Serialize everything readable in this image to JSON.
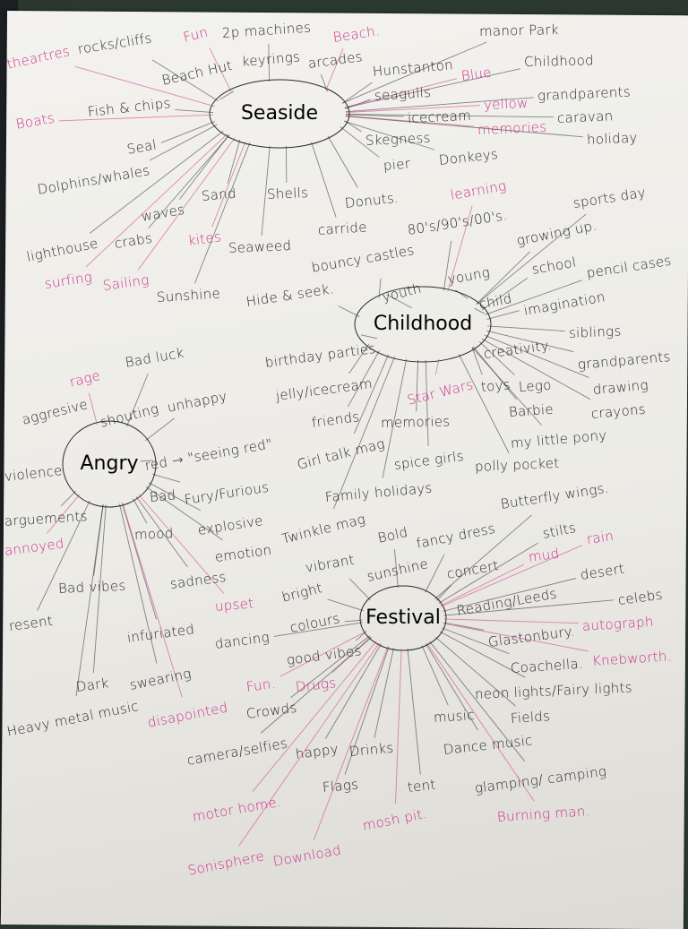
{
  "colors": {
    "ink": "#2a2a2e",
    "pink": "#cf2f8e",
    "paper": "#efeee9"
  },
  "maps": [
    {
      "center": "Seaside",
      "words": [
        {
          "text": "theartres",
          "color": "pink"
        },
        {
          "text": "rocks/cliffs",
          "color": "ink"
        },
        {
          "text": "Fun",
          "color": "pink"
        },
        {
          "text": "Beach Hut",
          "color": "ink"
        },
        {
          "text": "2p machines",
          "color": "ink"
        },
        {
          "text": "keyrings",
          "color": "ink"
        },
        {
          "text": "arcades",
          "color": "ink"
        },
        {
          "text": "Beach.",
          "color": "pink"
        },
        {
          "text": "Hunstanton",
          "color": "ink"
        },
        {
          "text": "manor Park",
          "color": "ink"
        },
        {
          "text": "seagulls",
          "color": "ink"
        },
        {
          "text": "Blue",
          "color": "pink"
        },
        {
          "text": "Childhood",
          "color": "ink"
        },
        {
          "text": "icecream",
          "color": "ink"
        },
        {
          "text": "grandparents",
          "color": "ink"
        },
        {
          "text": "memories",
          "color": "pink"
        },
        {
          "text": "yellow",
          "color": "pink"
        },
        {
          "text": "caravan",
          "color": "ink"
        },
        {
          "text": "holiday",
          "color": "ink"
        },
        {
          "text": "Fish & chips",
          "color": "ink"
        },
        {
          "text": "Boats",
          "color": "pink"
        },
        {
          "text": "Dolphins/whales",
          "color": "ink"
        },
        {
          "text": "Seal",
          "color": "ink"
        },
        {
          "text": "waves",
          "color": "ink"
        },
        {
          "text": "Skegness",
          "color": "ink"
        },
        {
          "text": "pier",
          "color": "ink"
        },
        {
          "text": "Donkeys",
          "color": "ink"
        },
        {
          "text": "Donuts.",
          "color": "ink"
        },
        {
          "text": "Sand",
          "color": "ink"
        },
        {
          "text": "Shells",
          "color": "ink"
        },
        {
          "text": "lighthouse",
          "color": "ink"
        },
        {
          "text": "crabs",
          "color": "ink"
        },
        {
          "text": "kites",
          "color": "pink"
        },
        {
          "text": "Seaweed",
          "color": "ink"
        },
        {
          "text": "carride",
          "color": "ink"
        },
        {
          "text": "surfing",
          "color": "pink"
        },
        {
          "text": "Sailing",
          "color": "pink"
        },
        {
          "text": "Sunshine",
          "color": "ink"
        }
      ]
    },
    {
      "center": "Childhood",
      "words": [
        {
          "text": "Hide & seek.",
          "color": "ink"
        },
        {
          "text": "bouncy castles",
          "color": "ink"
        },
        {
          "text": "youth",
          "color": "ink"
        },
        {
          "text": "80's/90's/00's.",
          "color": "ink"
        },
        {
          "text": "learning",
          "color": "pink"
        },
        {
          "text": "young",
          "color": "ink"
        },
        {
          "text": "growing up.",
          "color": "ink"
        },
        {
          "text": "sports day",
          "color": "ink"
        },
        {
          "text": "pencil cases",
          "color": "ink"
        },
        {
          "text": "child",
          "color": "ink"
        },
        {
          "text": "school",
          "color": "ink"
        },
        {
          "text": "imagination",
          "color": "ink"
        },
        {
          "text": "siblings",
          "color": "ink"
        },
        {
          "text": "grandparents",
          "color": "ink"
        },
        {
          "text": "birthday parties",
          "color": "ink"
        },
        {
          "text": "jelly/icecream",
          "color": "ink"
        },
        {
          "text": "creativity.",
          "color": "ink"
        },
        {
          "text": "drawing",
          "color": "ink"
        },
        {
          "text": "crayons",
          "color": "ink"
        },
        {
          "text": "Star Wars",
          "color": "pink"
        },
        {
          "text": "toys",
          "color": "ink"
        },
        {
          "text": "Lego",
          "color": "ink"
        },
        {
          "text": "Barbie",
          "color": "ink"
        },
        {
          "text": "my little pony",
          "color": "ink"
        },
        {
          "text": "friends",
          "color": "ink"
        },
        {
          "text": "memories",
          "color": "ink"
        },
        {
          "text": "polly pocket",
          "color": "ink"
        },
        {
          "text": "Girl talk mag",
          "color": "ink"
        },
        {
          "text": "Family holidays",
          "color": "ink"
        },
        {
          "text": "spice girls",
          "color": "ink"
        },
        {
          "text": "Twinkle mag",
          "color": "ink"
        }
      ]
    },
    {
      "center": "Angry",
      "words": [
        {
          "text": "aggresive",
          "color": "ink"
        },
        {
          "text": "rage",
          "color": "pink"
        },
        {
          "text": "shouting",
          "color": "ink"
        },
        {
          "text": "Bad luck",
          "color": "ink"
        },
        {
          "text": "red → \"seeing red\"",
          "color": "ink"
        },
        {
          "text": "unhappy",
          "color": "ink"
        },
        {
          "text": "Fury/Furious",
          "color": "ink"
        },
        {
          "text": "explosive",
          "color": "ink"
        },
        {
          "text": "violence",
          "color": "ink"
        },
        {
          "text": "Bad",
          "color": "ink"
        },
        {
          "text": "emotion",
          "color": "ink"
        },
        {
          "text": "arguements",
          "color": "ink"
        },
        {
          "text": "annoyed",
          "color": "pink"
        },
        {
          "text": "mood",
          "color": "ink"
        },
        {
          "text": "sadness",
          "color": "ink"
        },
        {
          "text": "upset",
          "color": "pink"
        },
        {
          "text": "Bad vibes",
          "color": "ink"
        },
        {
          "text": "resent",
          "color": "ink"
        },
        {
          "text": "infuriated",
          "color": "ink"
        },
        {
          "text": "Dark",
          "color": "ink"
        },
        {
          "text": "swearing",
          "color": "ink"
        },
        {
          "text": "Heavy metal music",
          "color": "ink"
        },
        {
          "text": "disapointed",
          "color": "pink"
        }
      ]
    },
    {
      "center": "Festival",
      "words": [
        {
          "text": "vibrant",
          "color": "ink"
        },
        {
          "text": "bright",
          "color": "ink"
        },
        {
          "text": "Bold",
          "color": "ink"
        },
        {
          "text": "colours",
          "color": "ink"
        },
        {
          "text": "sunshine",
          "color": "ink"
        },
        {
          "text": "fancy dress",
          "color": "ink"
        },
        {
          "text": "Butterfly wings.",
          "color": "ink"
        },
        {
          "text": "stilts",
          "color": "ink"
        },
        {
          "text": "concert",
          "color": "ink"
        },
        {
          "text": "mud",
          "color": "pink"
        },
        {
          "text": "Reading/Leeds",
          "color": "ink"
        },
        {
          "text": "Glastonbury.",
          "color": "ink"
        },
        {
          "text": "rain",
          "color": "pink"
        },
        {
          "text": "desert",
          "color": "ink"
        },
        {
          "text": "celebs",
          "color": "ink"
        },
        {
          "text": "Coachella.",
          "color": "ink"
        },
        {
          "text": "autograph",
          "color": "pink"
        },
        {
          "text": "good vibes",
          "color": "ink"
        },
        {
          "text": "dancing",
          "color": "ink"
        },
        {
          "text": "Drugs",
          "color": "pink"
        },
        {
          "text": "Fun.",
          "color": "pink"
        },
        {
          "text": "Crowds",
          "color": "ink"
        },
        {
          "text": "neon lights/Fairy lights",
          "color": "ink"
        },
        {
          "text": "Knebworth.",
          "color": "pink"
        },
        {
          "text": "camera/selfies",
          "color": "ink"
        },
        {
          "text": "happy",
          "color": "ink"
        },
        {
          "text": "Drinks",
          "color": "ink"
        },
        {
          "text": "music",
          "color": "ink"
        },
        {
          "text": "Fields",
          "color": "ink"
        },
        {
          "text": "Dance music",
          "color": "ink"
        },
        {
          "text": "motor home.",
          "color": "pink"
        },
        {
          "text": "Flags",
          "color": "ink"
        },
        {
          "text": "tent",
          "color": "ink"
        },
        {
          "text": "glamping/ camping",
          "color": "ink"
        },
        {
          "text": "Sonisphere",
          "color": "pink"
        },
        {
          "text": "Download",
          "color": "pink"
        },
        {
          "text": "mosh pit.",
          "color": "pink"
        },
        {
          "text": "Burning man.",
          "color": "pink"
        }
      ]
    }
  ]
}
